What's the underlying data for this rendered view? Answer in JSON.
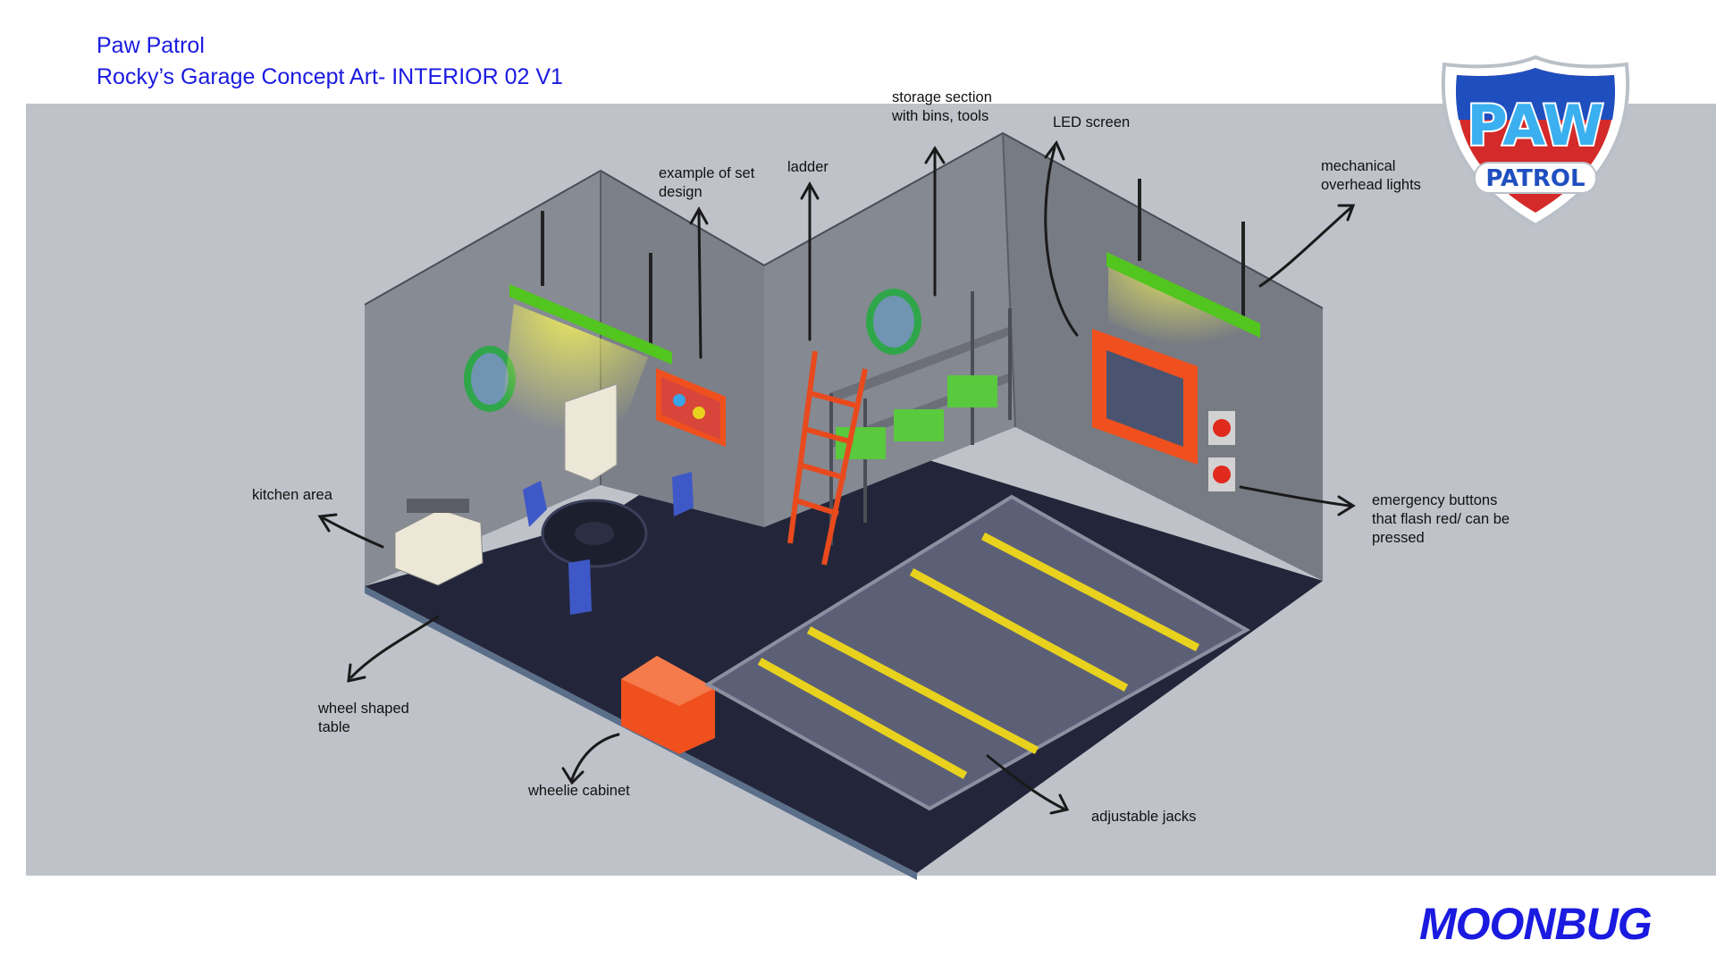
{
  "header": {
    "line1": "Paw Patrol",
    "line2": "Rocky’s Garage Concept Art- INTERIOR 02 V1"
  },
  "notes": {
    "storage": "storage section\nwith bins, tools",
    "led": "LED screen",
    "set_design": "example of set\ndesign",
    "ladder": "ladder",
    "lights": "mechanical\noverhead lights",
    "kitchen": "kitchen area",
    "emergency": "emergency buttons\nthat flash red/ can be\npressed",
    "table": "wheel shaped\ntable",
    "cabinet": "wheelie cabinet",
    "jacks": "adjustable jacks"
  },
  "logo": {
    "paw": "PAW",
    "patrol": "PATROL"
  },
  "footer": {
    "brand": "MOONBUG"
  },
  "colors": {
    "title_blue": "#1a1ae0",
    "panel_grey": "#bfc3c9",
    "wall": "#7f838b",
    "floor": "#23263a",
    "accent_green": "#52c51f",
    "accent_orange": "#f0501e",
    "stripe_yellow": "#e8d21e"
  }
}
